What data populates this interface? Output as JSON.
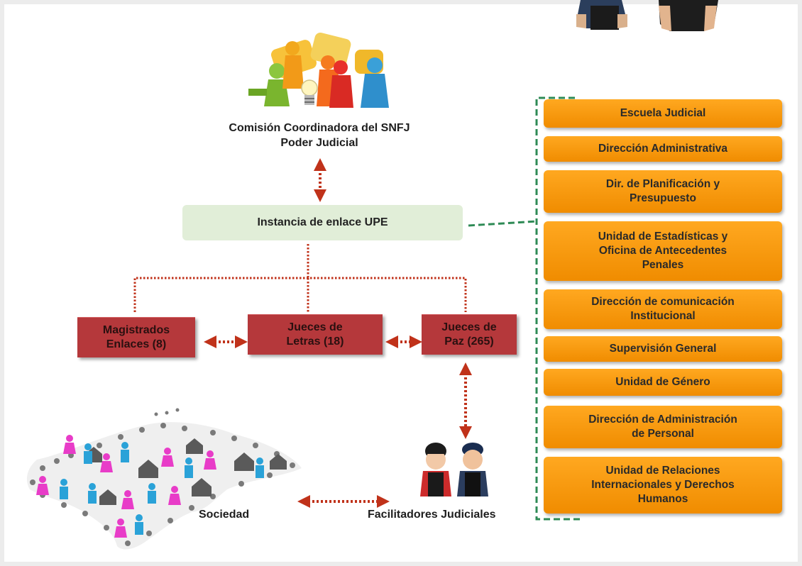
{
  "commission": {
    "line1": "Comisión Coordinadora del SNFJ",
    "line2": "Poder Judicial"
  },
  "upe": {
    "label": "Instancia de enlace UPE"
  },
  "judges": [
    {
      "line1": "Magistrados",
      "line2": "Enlaces (8)"
    },
    {
      "line1": "Jueces de",
      "line2": "Letras (18)"
    },
    {
      "line1": "Jueces de",
      "line2": "Paz (265)"
    }
  ],
  "bottom": {
    "society": "Sociedad",
    "facilitators": "Facilitadores Judiciales"
  },
  "departments": [
    {
      "lines": [
        "Escuela Judicial"
      ]
    },
    {
      "lines": [
        "Dirección Administrativa"
      ]
    },
    {
      "lines": [
        "Dir. de Planificación y",
        "Presupuesto"
      ]
    },
    {
      "lines": [
        "Unidad de Estadísticas y",
        "Oficina de Antecedentes",
        "Penales"
      ]
    },
    {
      "lines": [
        "Dirección de comunicación",
        "Institucional"
      ]
    },
    {
      "lines": [
        "Supervisión General"
      ]
    },
    {
      "lines": [
        "Unidad de Género"
      ]
    },
    {
      "lines": [
        "Dirección de Administración",
        "de Personal"
      ]
    },
    {
      "lines": [
        "Unidad de Relaciones",
        "Internacionales y Derechos",
        "Humanos"
      ]
    }
  ],
  "colors": {
    "orange": "#f7941d",
    "red_box": "#b5383b",
    "upe_green": "#e1eed8",
    "connector_red": "#c0321a",
    "connector_green": "#2e8a55"
  }
}
